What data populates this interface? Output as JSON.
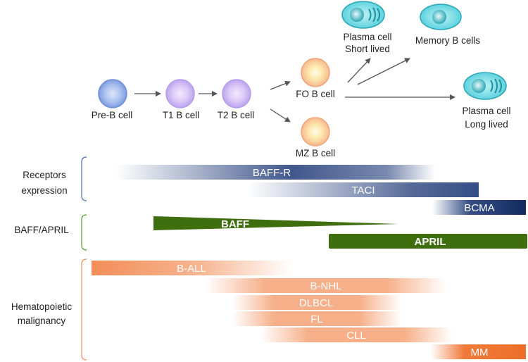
{
  "cells": {
    "preb": "Pre-B cell",
    "t1": "T1 B cell",
    "t2": "T2 B cell",
    "fo": "FO B cell",
    "mz": "MZ B cell",
    "plasma_short": [
      "Plasma cell",
      "Short lived"
    ],
    "memory": "Memory B cells",
    "plasma_long": [
      "Plasma cell",
      "Long lived"
    ]
  },
  "groups": {
    "receptors": [
      "Receptors",
      "expression"
    ],
    "baff_april": "BAFF/APRIL",
    "malignancy": [
      "Hematopoietic",
      "malignancy"
    ]
  },
  "bars": {
    "baffr": "BAFF-R",
    "taci": "TACI",
    "bcma": "BCMA",
    "baff": "BAFF",
    "april": "APRIL",
    "ball": "B-ALL",
    "bnhl": "B-NHL",
    "dlbcl": "DLBCL",
    "fl": "FL",
    "cll": "CLL",
    "mm": "MM"
  },
  "colors": {
    "navy": "#1f3a78",
    "green": "#3f6e0f",
    "orange": "#f07a3a",
    "bracket_blue": "#4a6fb5",
    "bracket_green": "#4c9a2a",
    "bracket_orange": "#f08a5a",
    "arrow": "#555555"
  }
}
